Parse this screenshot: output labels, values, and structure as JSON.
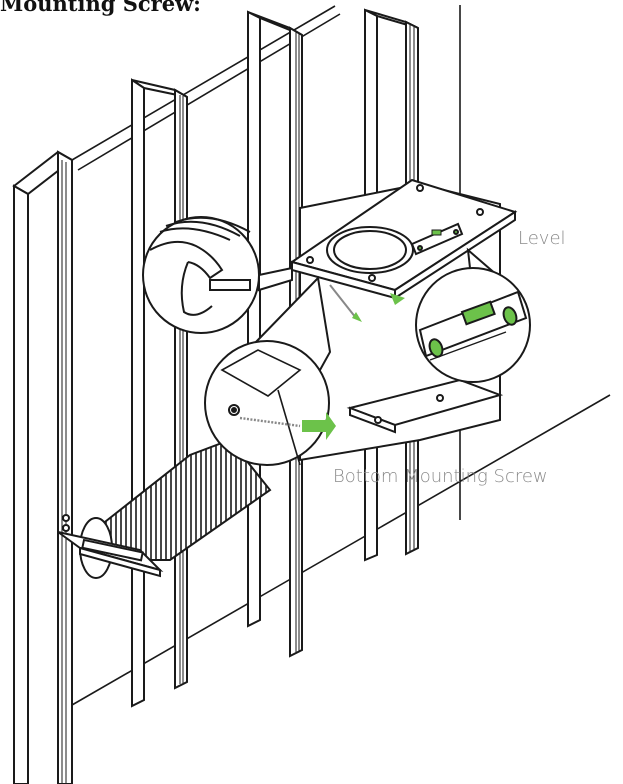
{
  "title": "Mounting Screw:",
  "callouts": {
    "level": "Level",
    "bottom_mounting_screw": "Bottom Mounting Screw"
  },
  "colors": {
    "line": "#1a1a1a",
    "accent_green": "#6cc24a",
    "label_gray": "#8a8a8a"
  }
}
